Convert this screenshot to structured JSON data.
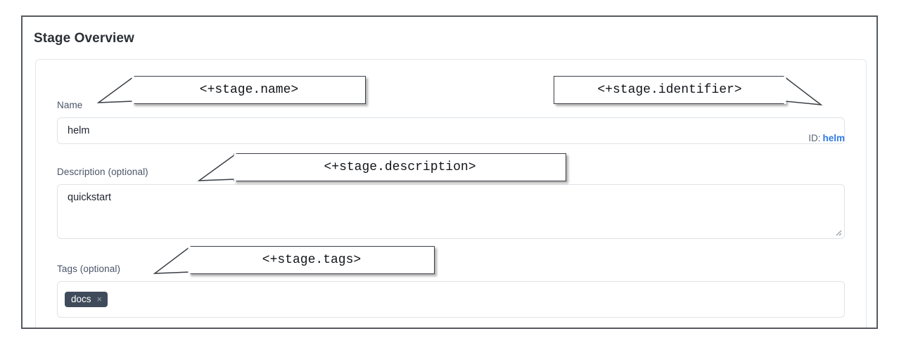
{
  "page": {
    "title": "Stage Overview"
  },
  "form": {
    "name_field": {
      "label": "Name",
      "value": "helm"
    },
    "description_field": {
      "label": "Description (optional)",
      "value": "quickstart"
    },
    "tags_field": {
      "label": "Tags (optional)",
      "tags": [
        {
          "label": "docs",
          "remove_icon": "close-icon",
          "remove_glyph": "×"
        }
      ]
    },
    "identifier": {
      "label": "ID:",
      "value": "helm"
    }
  },
  "annotations": [
    {
      "name": "stage-name",
      "text": "<+stage.name>"
    },
    {
      "name": "stage-identifier",
      "text": "<+stage.identifier>"
    },
    {
      "name": "stage-description",
      "text": "<+stage.description>"
    },
    {
      "name": "stage-tags",
      "text": "<+stage.tags>"
    }
  ],
  "colors": {
    "accent_link": "#2f7ae5",
    "label_text": "#4a5568",
    "tag_chip_bg": "#3f4b5b",
    "heading": "#2b2f36",
    "input_border": "#dfe3e8",
    "frame_border": "#555a60"
  }
}
